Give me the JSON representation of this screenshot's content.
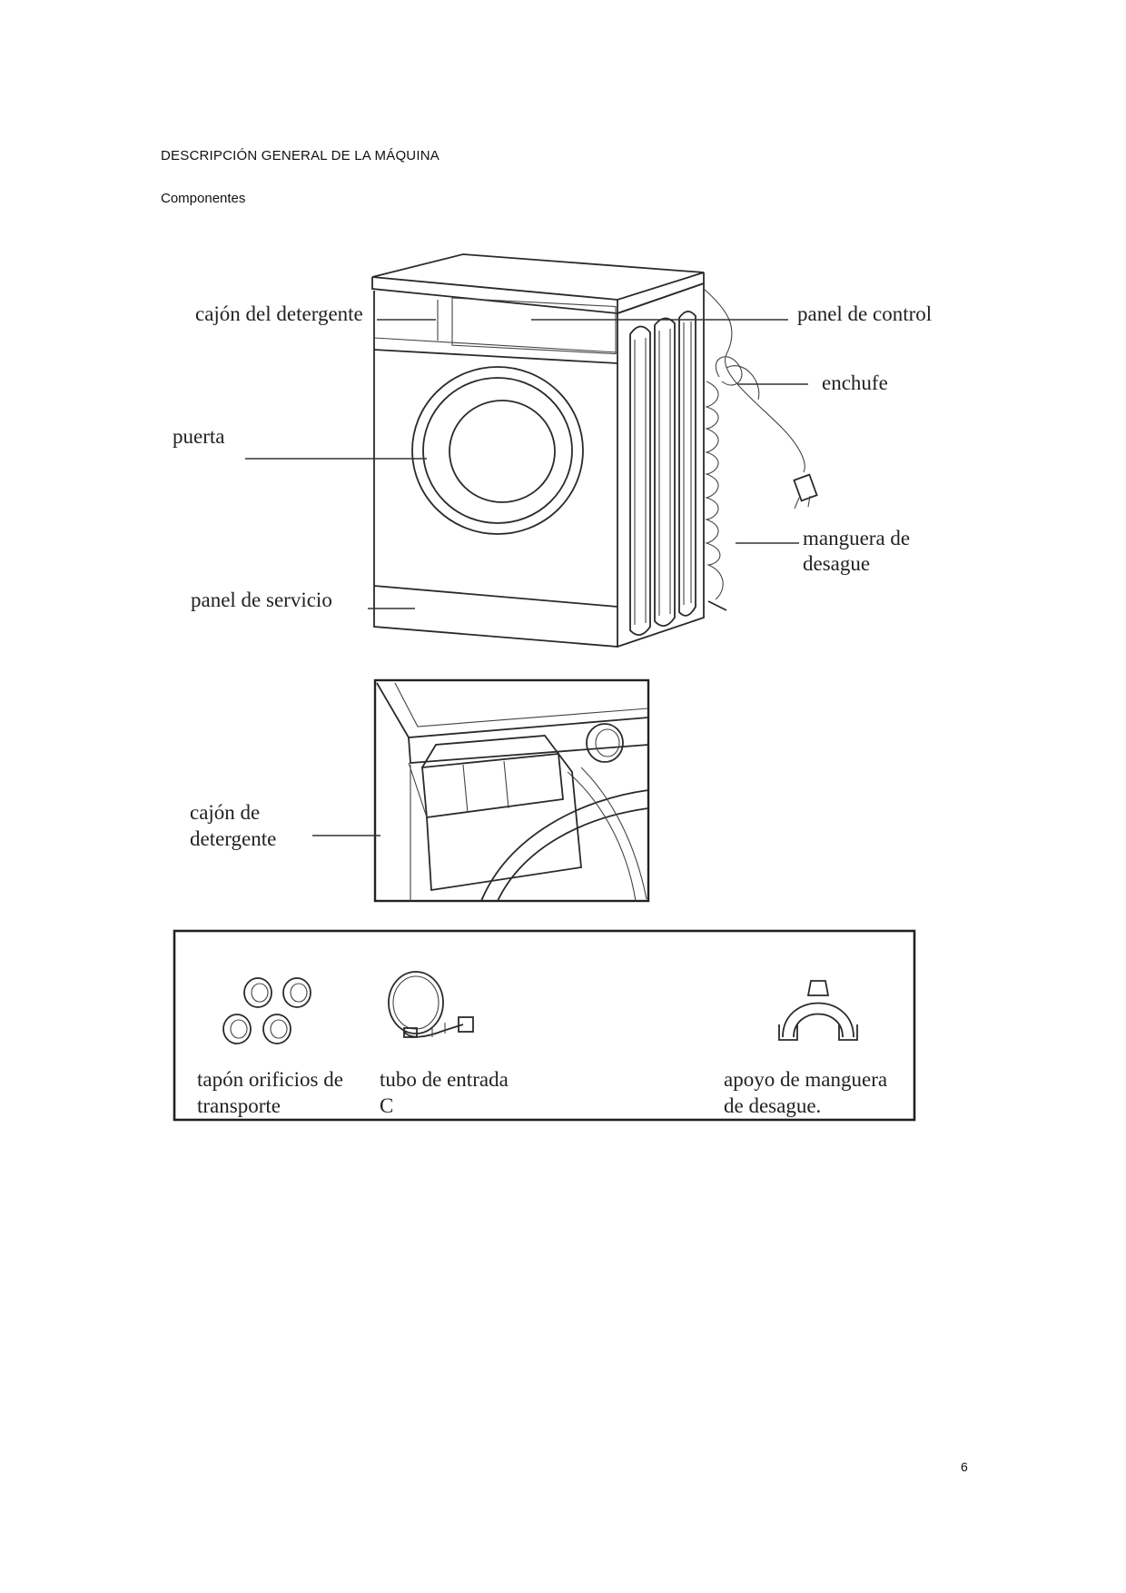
{
  "page": {
    "heading": "DESCRIPCIÓN GENERAL DE LA MÁQUINA",
    "subheading": "Componentes",
    "page_number": "6"
  },
  "machine_labels": {
    "detergent_drawer": "cajón del detergente",
    "control_panel": "panel de control",
    "plug": "enchufe",
    "door": "puerta",
    "drain_hose_line1": "manguera de",
    "drain_hose_line2": "desague",
    "service_panel": "panel de servicio"
  },
  "drawer_detail": {
    "label_line1": "cajón de",
    "label_line2": "detergente"
  },
  "accessories": {
    "transport_caps_line1": "tapón orificios de",
    "transport_caps_line2": "transporte",
    "inlet_hose_line1": "tubo de entrada",
    "inlet_hose_line2": "C",
    "hose_support_line1": "apoyo de manguera",
    "hose_support_line2": "de desague."
  }
}
